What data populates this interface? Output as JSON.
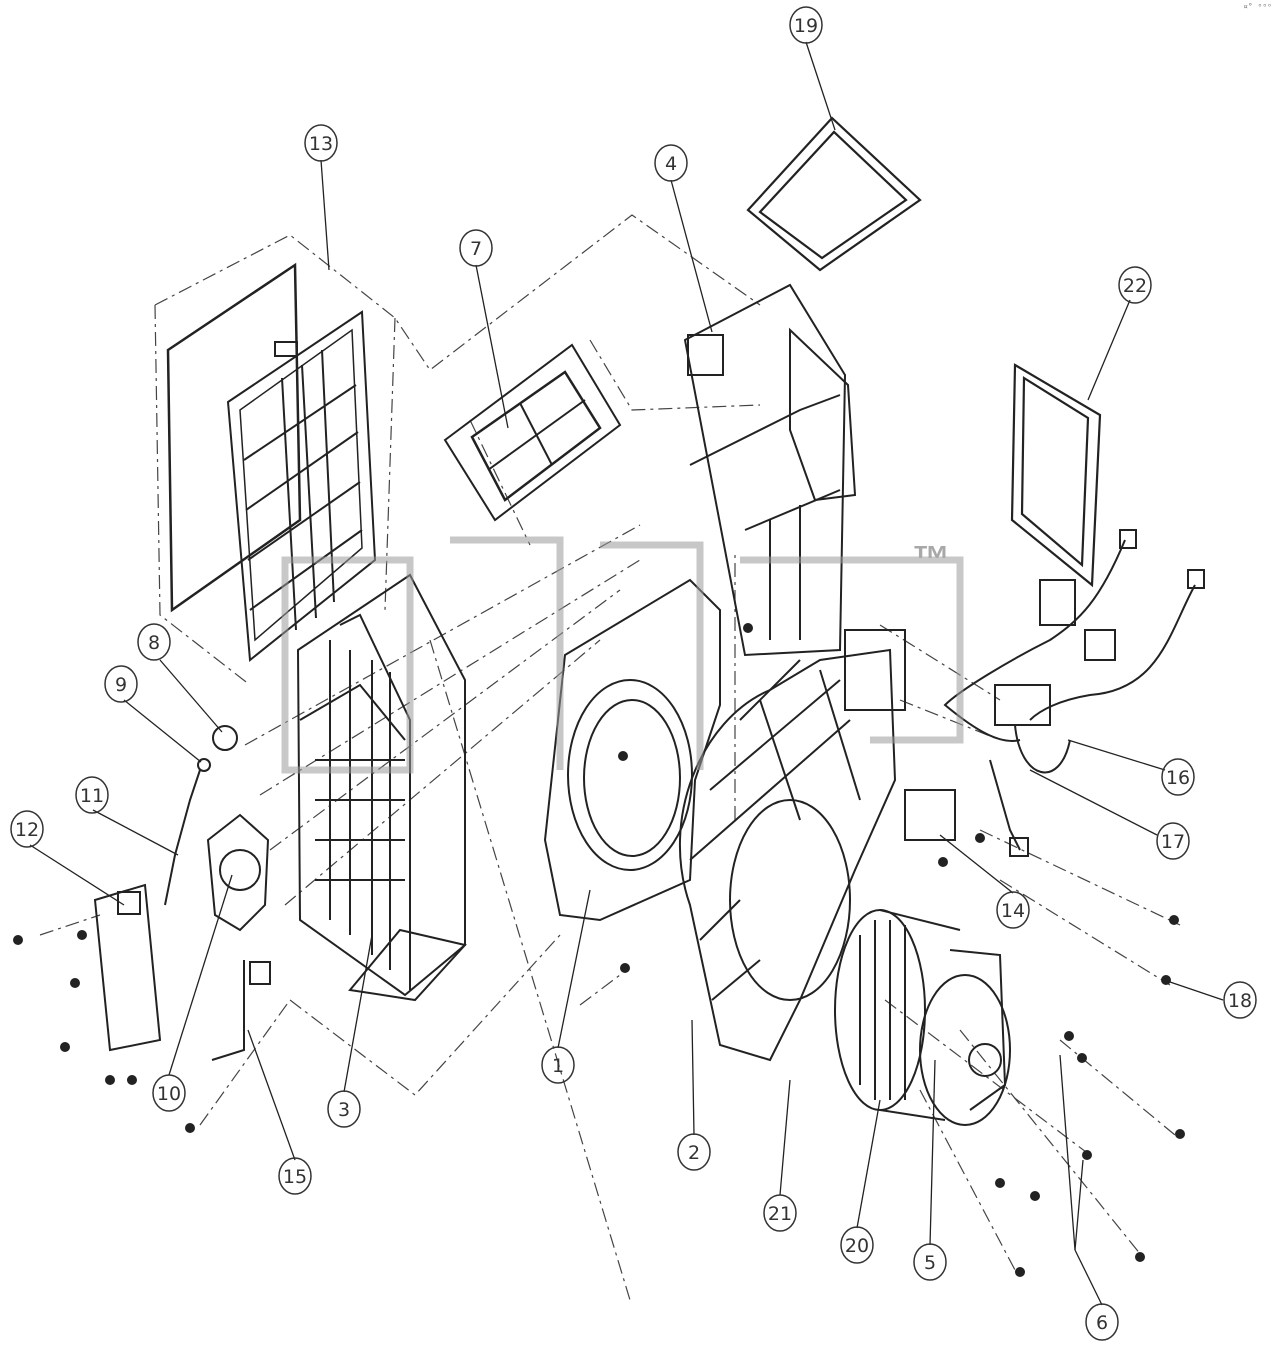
{
  "corner_text": "¤° ᵒᵒᵒ",
  "watermark": {
    "trademark": "™"
  },
  "callouts": [
    {
      "id": "1",
      "label": "1"
    },
    {
      "id": "2",
      "label": "2"
    },
    {
      "id": "3",
      "label": "3"
    },
    {
      "id": "4",
      "label": "4"
    },
    {
      "id": "5",
      "label": "5"
    },
    {
      "id": "6",
      "label": "6"
    },
    {
      "id": "7",
      "label": "7"
    },
    {
      "id": "8",
      "label": "8"
    },
    {
      "id": "9",
      "label": "9"
    },
    {
      "id": "10",
      "label": "10"
    },
    {
      "id": "11",
      "label": "11"
    },
    {
      "id": "12",
      "label": "12"
    },
    {
      "id": "13",
      "label": "13"
    },
    {
      "id": "14",
      "label": "14"
    },
    {
      "id": "15",
      "label": "15"
    },
    {
      "id": "16",
      "label": "16"
    },
    {
      "id": "17",
      "label": "17"
    },
    {
      "id": "18",
      "label": "18"
    },
    {
      "id": "19",
      "label": "19"
    },
    {
      "id": "20",
      "label": "20"
    },
    {
      "id": "21",
      "label": "21"
    },
    {
      "id": "22",
      "label": "22"
    }
  ]
}
